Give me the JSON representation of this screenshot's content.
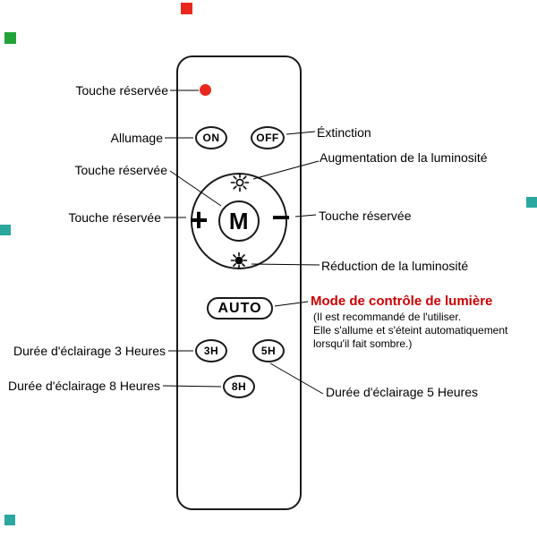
{
  "colors": {
    "title_red": "#cc0000",
    "dot_red": "#e8281e",
    "marker_green": "#21a337",
    "marker_teal": "#2aa79e",
    "line_black": "#000000"
  },
  "remote": {
    "buttons": {
      "on": "ON",
      "off": "OFF",
      "m": "M",
      "plus": "+",
      "minus": "−",
      "auto": "AUTO",
      "h3": "3H",
      "h5": "5H",
      "h8": "8H"
    },
    "icons": {
      "brightness_up": "brightness-up-sun",
      "brightness_down": "brightness-down-sun"
    }
  },
  "labels": {
    "reserved_top": "Touche réservée",
    "allumage": "Allumage",
    "extinction": "Éxtinction",
    "augmentation": "Augmentation de la luminosité",
    "reserved_m": "Touche réservée",
    "reserved_plus": "Touche réservée",
    "reserved_minus": "Touche réservée",
    "reduction": "Réduction de la luminosité",
    "mode_title": "Mode de contrôle de lumière",
    "mode_desc_1": "(Il est recommandé de l'utiliser.",
    "mode_desc_2": "Elle s'allume et s'éteint automatiquement",
    "mode_desc_3": "lorsqu'il fait sombre.)",
    "duree_3h": "Durée d'éclairage 3 Heures",
    "duree_8h": "Durée d'éclairage 8 Heures",
    "duree_5h": "Durée d'éclairage 5 Heures"
  }
}
